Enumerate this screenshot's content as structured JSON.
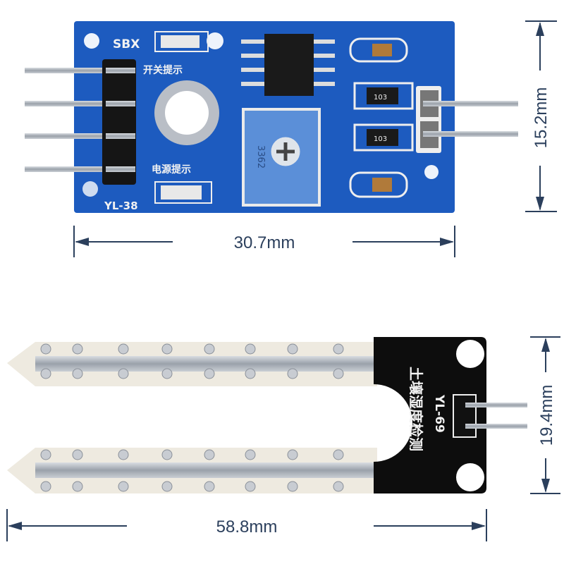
{
  "top_module": {
    "silkscreen_brand": "SBX",
    "model": "YL-38",
    "switch_indicator_label": "开关提示",
    "power_indicator_label": "电源提示",
    "pot_marking": "3362",
    "resistor_marking": "103",
    "width_label": "30.7mm",
    "height_label": "15.2mm",
    "board_color": "#1d5bbf"
  },
  "probe": {
    "model": "YL-69",
    "title": "土壤湿度检测",
    "width_label": "58.8mm",
    "height_label": "19.4mm",
    "board_color": "#0d0d0d"
  },
  "dimension_color": "#2b3f5c"
}
